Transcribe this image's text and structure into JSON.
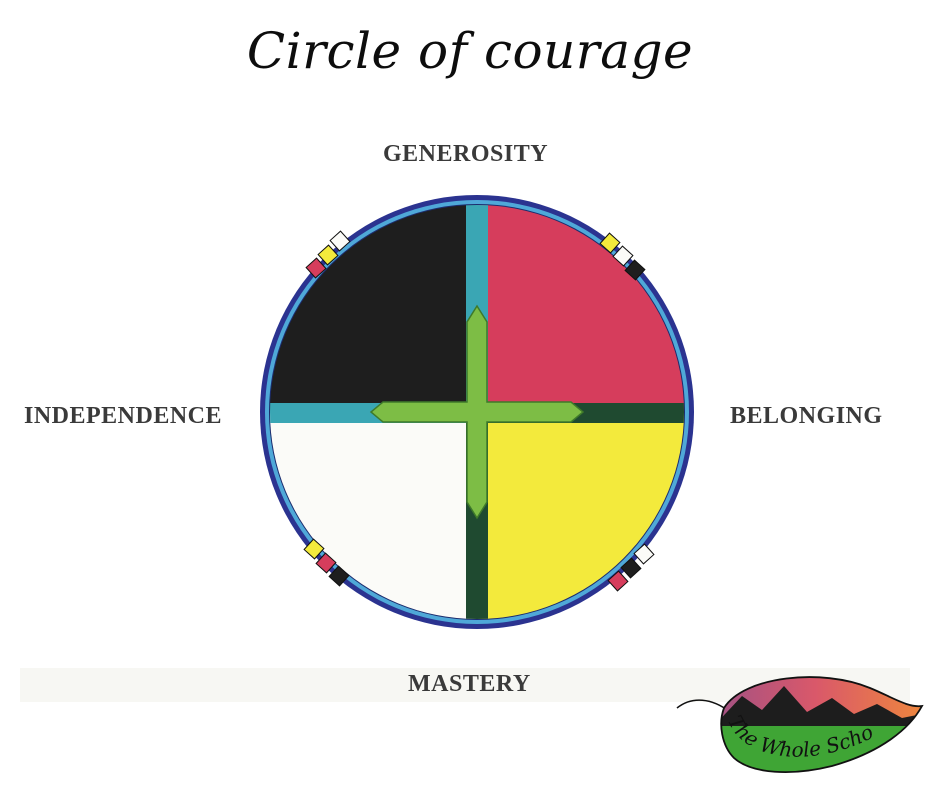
{
  "title": "Circle of courage",
  "directions": {
    "top": "GENEROSITY",
    "left": "INDEPENDENCE",
    "right": "BELONGING",
    "bottom": "MASTERY"
  },
  "quadrants": {
    "top_left": "black",
    "top_right": "red",
    "bottom_left": "white",
    "bottom_right": "yellow"
  },
  "colors": {
    "black": "#1e1e1e",
    "red": "#d63d5c",
    "white": "#fbfbf8",
    "yellow": "#f3ea3c",
    "outer_ring": "#2b3390",
    "inner_ring": "#4fa8d8",
    "cross_teal": "#3aa6b4",
    "cross_dark_green": "#1f4a30",
    "cross_center_green": "#7dbd45"
  },
  "logo": {
    "text": "The Whole School"
  }
}
